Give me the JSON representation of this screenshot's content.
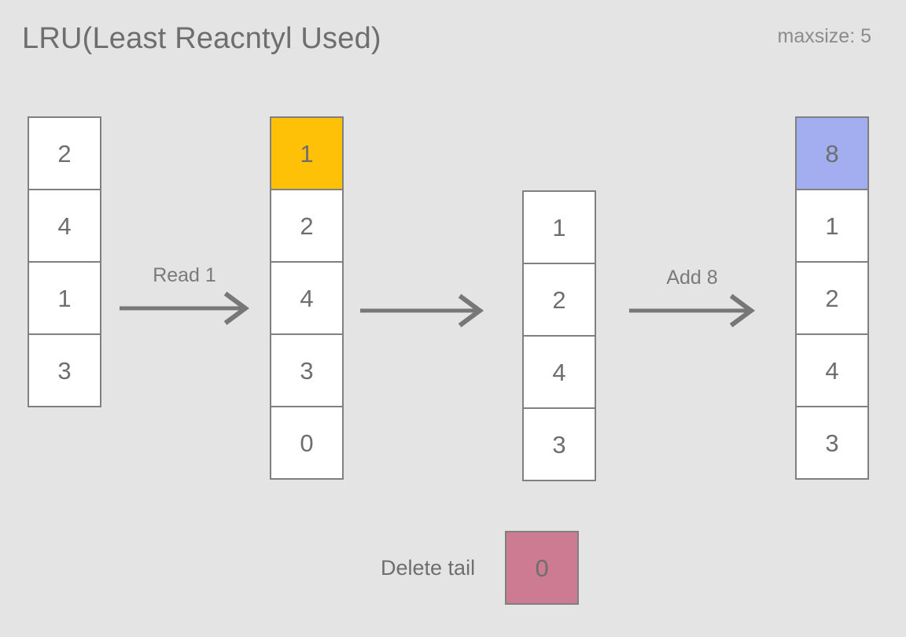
{
  "header": {
    "title": "LRU(Least Reacntyl Used)",
    "maxsize_label": "maxsize: 5"
  },
  "colors": {
    "background": "#e4e4e4",
    "cell_fill": "#ffffff",
    "cell_border": "#808080",
    "text": "#6e6e6e",
    "highlight_amber": "#ffc107",
    "highlight_blue": "#a3aef0",
    "highlight_rose": "#cc7b92",
    "arrow": "#777777"
  },
  "stacks": [
    {
      "id": "stack-initial",
      "cells": [
        {
          "value": "2",
          "style": "plain"
        },
        {
          "value": "4",
          "style": "plain"
        },
        {
          "value": "1",
          "style": "plain"
        },
        {
          "value": "3",
          "style": "plain"
        }
      ]
    },
    {
      "id": "stack-after-read",
      "cells": [
        {
          "value": "1",
          "style": "amber"
        },
        {
          "value": "2",
          "style": "plain"
        },
        {
          "value": "4",
          "style": "plain"
        },
        {
          "value": "3",
          "style": "plain"
        },
        {
          "value": "0",
          "style": "plain"
        }
      ]
    },
    {
      "id": "stack-after-evict",
      "cells": [
        {
          "value": "1",
          "style": "plain"
        },
        {
          "value": "2",
          "style": "plain"
        },
        {
          "value": "4",
          "style": "plain"
        },
        {
          "value": "3",
          "style": "plain"
        }
      ]
    },
    {
      "id": "stack-after-add",
      "cells": [
        {
          "value": "8",
          "style": "blue"
        },
        {
          "value": "1",
          "style": "plain"
        },
        {
          "value": "2",
          "style": "plain"
        },
        {
          "value": "4",
          "style": "plain"
        },
        {
          "value": "3",
          "style": "plain"
        }
      ]
    }
  ],
  "arrows": [
    {
      "id": "arrow-read",
      "label": "Read 1"
    },
    {
      "id": "arrow-evict",
      "label": ""
    },
    {
      "id": "arrow-add",
      "label": "Add 8"
    }
  ],
  "delete_tail": {
    "label": "Delete tail",
    "value": "0"
  }
}
